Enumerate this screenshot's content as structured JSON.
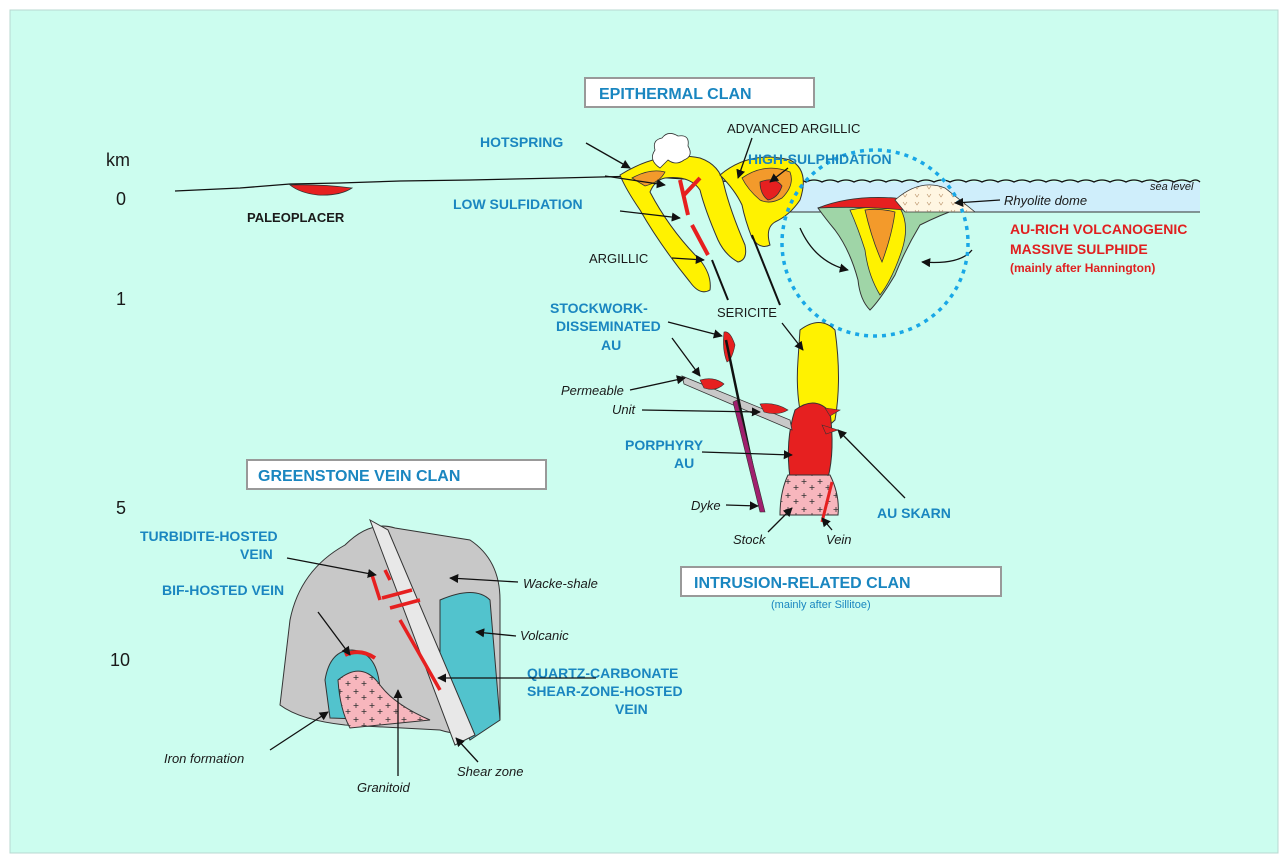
{
  "depth_axis": {
    "unit_label": "km",
    "ticks": [
      "0",
      "1",
      "5",
      "10"
    ]
  },
  "clans": {
    "epithermal": "EPITHERMAL CLAN",
    "greenstone": "GREENSTONE VEIN CLAN",
    "intrusion": "INTRUSION-RELATED CLAN",
    "intrusion_note": "(mainly after Sillitoe)"
  },
  "deposit_labels": {
    "hotspring": "HOTSPRING",
    "low_sulfidation": "LOW SULFIDATION",
    "high_sulphidation": "HIGH-SULPHIDATION",
    "paleoplacer": "PALEOPLACER",
    "stockwork": [
      "STOCKWORK-",
      "DISSEMINATED",
      "AU"
    ],
    "porphyry": [
      "PORPHYRY",
      "AU"
    ],
    "au_skarn": "AU SKARN",
    "turbidite": [
      "TURBIDITE-HOSTED",
      "VEIN"
    ],
    "bif": "BIF-HOSTED VEIN",
    "quartz_carbonate": [
      "QUARTZ-CARBONATE",
      "SHEAR-ZONE-HOSTED",
      "VEIN"
    ],
    "vms": [
      "AU-RICH VOLCANOGENIC",
      "MASSIVE SULPHIDE",
      "(mainly after Hannington)"
    ]
  },
  "alteration_labels": {
    "advanced_argillic": "ADVANCED ARGILLIC",
    "argillic": "ARGILLIC",
    "sericite": "SERICITE"
  },
  "rock_labels": {
    "sea_level": "sea level",
    "rhyolite_dome": "Rhyolite dome",
    "permeable": "Permeable",
    "unit": "Unit",
    "dyke": "Dyke",
    "stock": "Stock",
    "vein": "Vein",
    "wacke_shale": "Wacke-shale",
    "volcanic": "Volcanic",
    "iron_formation": "Iron formation",
    "granitoid": "Granitoid",
    "shear_zone": "Shear zone"
  },
  "colors": {
    "background": "#ccfdef",
    "ore": "#e62020",
    "alteration_yellow": "#fff200",
    "alteration_orange": "#f39a2b",
    "green_host": "#9fd5a7",
    "granite_pink": "#f7b6bd",
    "volcanic_teal": "#52c3cd",
    "shale_grey": "#c8c8c8",
    "sea": "#cfeefb",
    "label_blue": "#1a86c0",
    "dashed_circle": "#19a7e6"
  }
}
